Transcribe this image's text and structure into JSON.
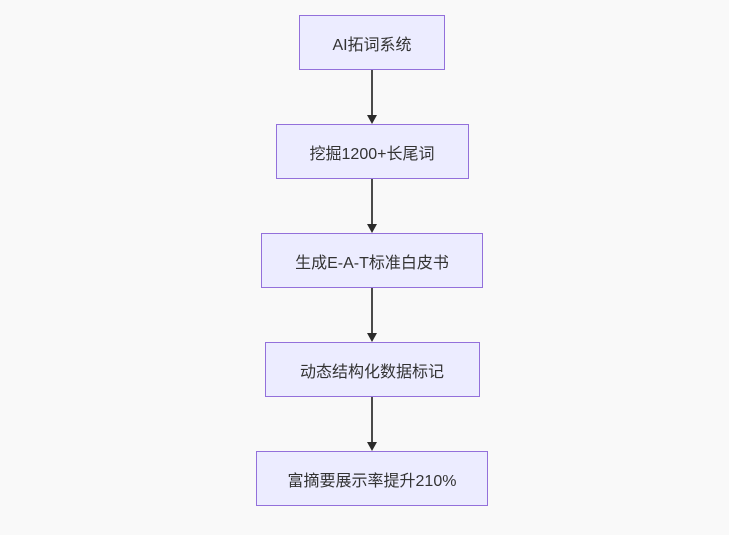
{
  "diagram": {
    "type": "flowchart",
    "direction": "top-down",
    "colors": {
      "canvas_background": "#f9f9f9",
      "node_fill": "#ECECFF",
      "node_border": "#9370DB",
      "node_text": "#333333",
      "edge": "#333333"
    },
    "nodes": [
      {
        "label": "AI拓词系统"
      },
      {
        "label": "挖掘1200+长尾词"
      },
      {
        "label": "生成E-A-T标准白皮书"
      },
      {
        "label": "动态结构化数据标记"
      },
      {
        "label": "富摘要展示率提升210%"
      }
    ],
    "edges": [
      {
        "from": 0,
        "to": 1
      },
      {
        "from": 1,
        "to": 2
      },
      {
        "from": 2,
        "to": 3
      },
      {
        "from": 3,
        "to": 4
      }
    ]
  }
}
